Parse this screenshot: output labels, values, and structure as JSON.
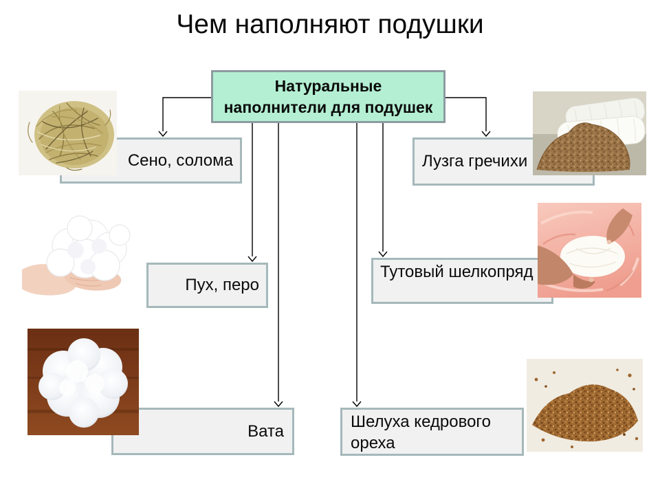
{
  "title": "Чем наполняют подушки",
  "root_box": {
    "label": "Натуральные\nнаполнители для подушек"
  },
  "boxes": [
    {
      "label": "Сено, солома"
    },
    {
      "label": "Лузга гречихи"
    },
    {
      "label": "Пух, перо"
    },
    {
      "label": "Тутовый шелкопряд"
    },
    {
      "label": "Вата"
    },
    {
      "label": "Шелуха кедрового ореха"
    }
  ],
  "photos": [
    "hay-straw-photo",
    "buckwheat-husk-pillows-photo",
    "down-feather-hands-photo",
    "silkworm-silk-pink-fabric-photo",
    "cotton-wool-ball-photo",
    "cedar-nut-husk-photo"
  ],
  "colors": {
    "background": "#ffffff",
    "root_fill": "#b4efd3",
    "root_border": "#8d9ba0",
    "box_fill": "#f1f1f1",
    "box_border": "#a5b8ba",
    "connector": "#000000",
    "text": "#0a0a0a"
  }
}
